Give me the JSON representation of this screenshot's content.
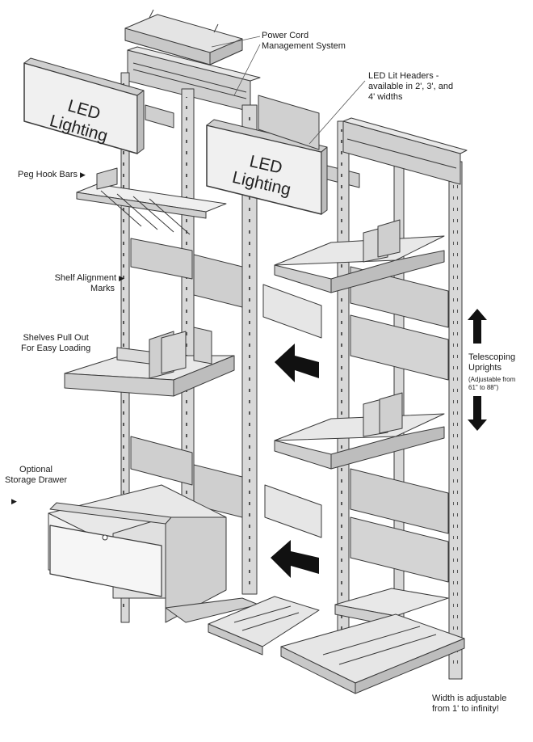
{
  "labels": {
    "power_cord_1": "Power Cord",
    "power_cord_2": "Management System",
    "led_headers_1": "LED Lit Headers -",
    "led_headers_2": "available in 2', 3', and",
    "led_headers_3": "4' widths",
    "peg_hook": "Peg Hook Bars",
    "shelf_align_1": "Shelf Alignment",
    "shelf_align_2": "Marks",
    "shelves_pull_1": "Shelves Pull Out",
    "shelves_pull_2": "For Easy Loading",
    "drawer_1": "Optional",
    "drawer_2": "Storage Drawer",
    "telescoping_1": "Telescoping",
    "telescoping_2": "Uprights",
    "adjustable_1": "(Adjustable from",
    "adjustable_2": "61\" to 88\")",
    "width_1": "Width is adjustable",
    "width_2": "from 1' to infinity!"
  },
  "header_signs": {
    "left_line1": "LED",
    "left_line2": "Lighting",
    "center_line1": "LED",
    "center_line2": "Lighting"
  },
  "pointer_glyph": "▶"
}
